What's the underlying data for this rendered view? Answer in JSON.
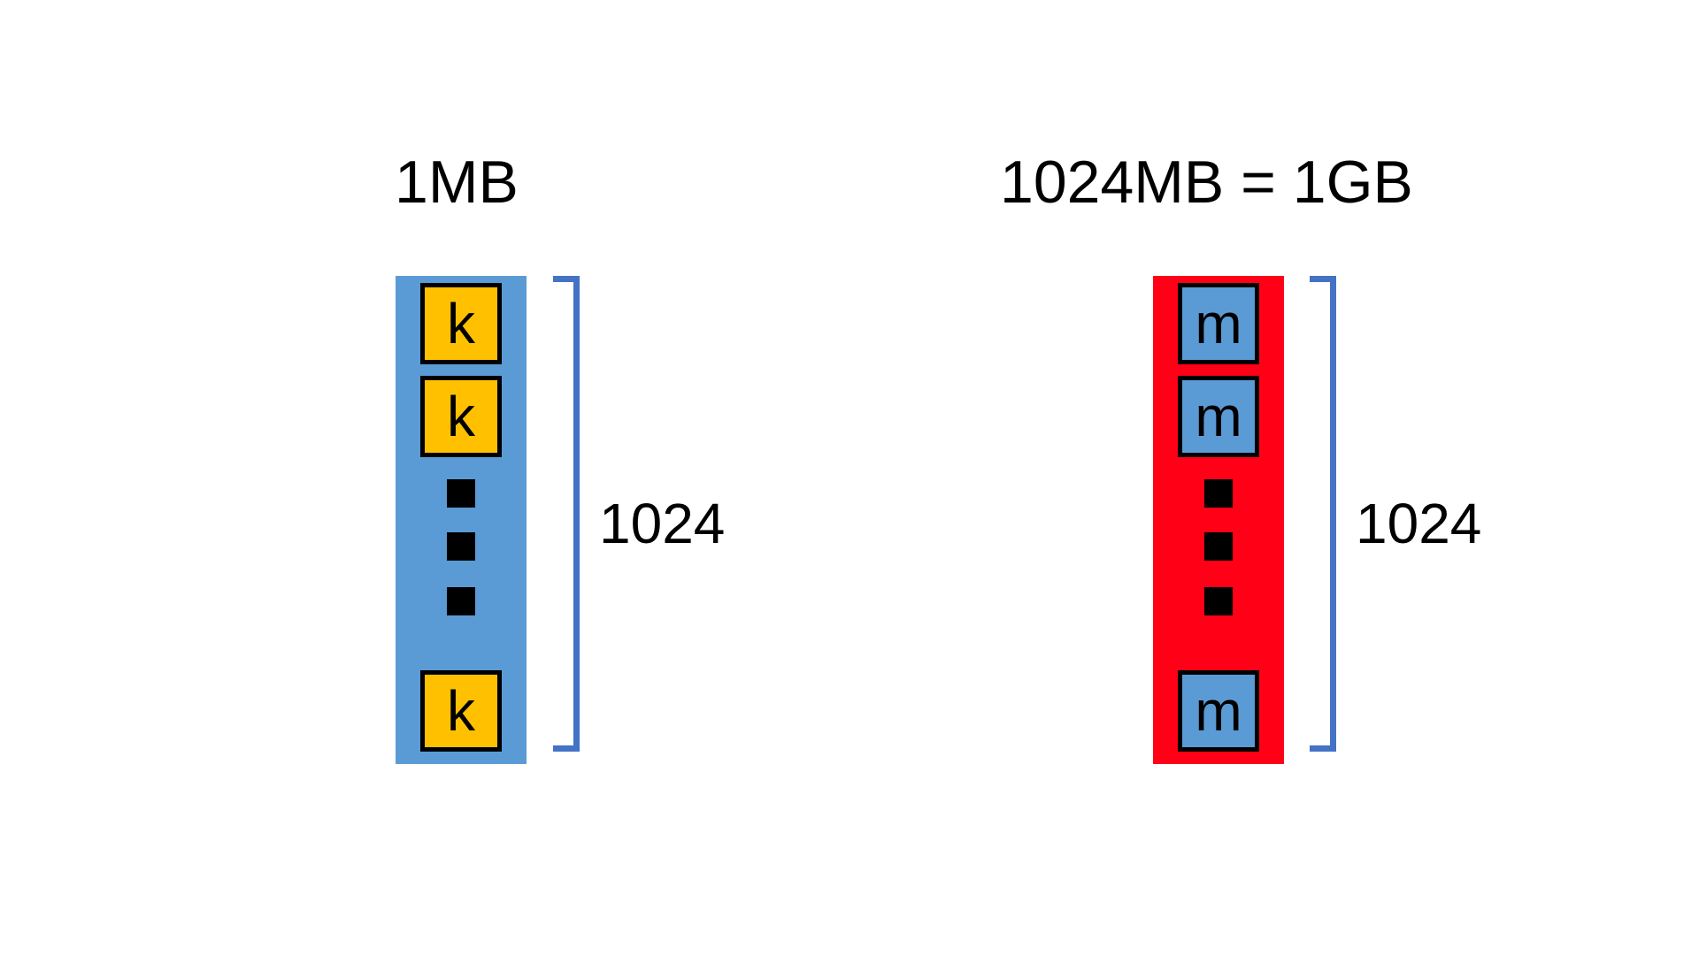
{
  "left": {
    "title": "1MB",
    "cells": [
      "k",
      "k",
      "k"
    ],
    "count": "1024",
    "column_color": "#5b9bd5",
    "cell_color": "#ffc000"
  },
  "right": {
    "title": "1024MB = 1GB",
    "cells": [
      "m",
      "m",
      "m"
    ],
    "count": "1024",
    "column_color": "#ff0016",
    "cell_color": "#5b9bd5"
  },
  "bracket_color": "#4472c4"
}
